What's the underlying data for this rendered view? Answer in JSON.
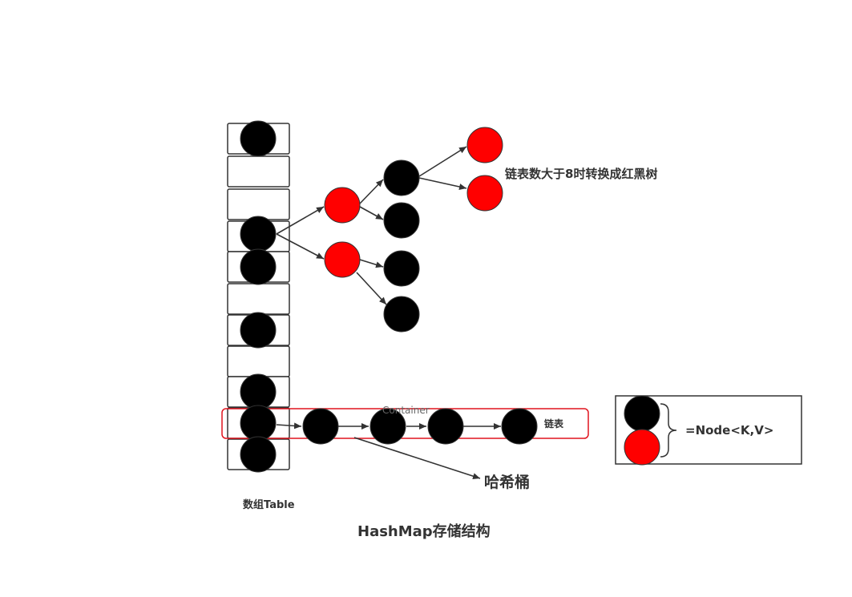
{
  "diagram": {
    "title": "HashMap存储结构",
    "array_label": "数组Table",
    "bucket_label": "哈希桶",
    "linked_list_label": "链表",
    "tree_note": "链表数大于8时转换成红黑树",
    "container_label": "Container",
    "legend_text": "=Node<K,V>",
    "colors": {
      "black_node": "#000000",
      "red_node": "#ff0000",
      "stroke": "#333333",
      "highlight": "#e0141e"
    }
  }
}
